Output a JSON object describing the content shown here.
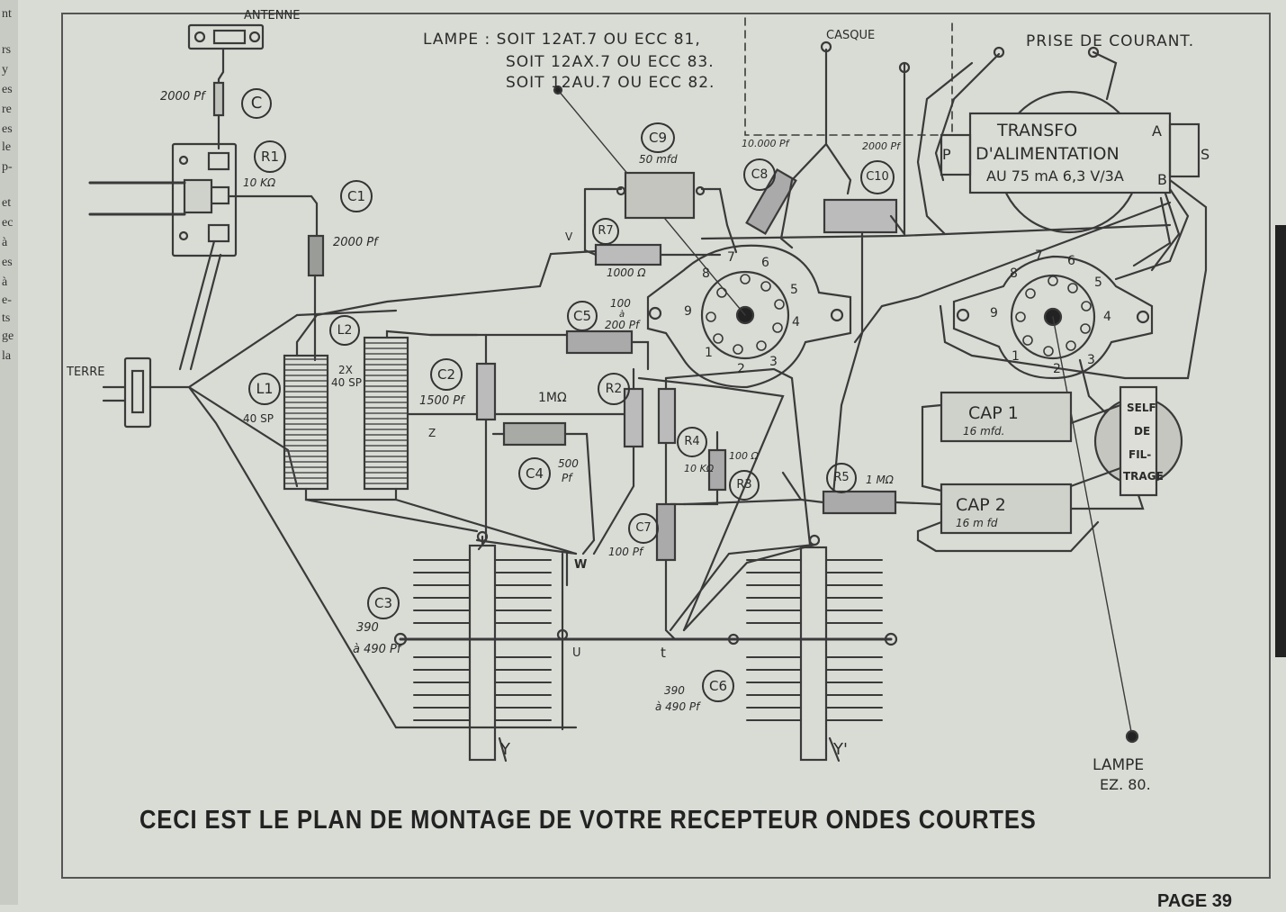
{
  "side_text": [
    "nt",
    "rs",
    "y",
    "es",
    "re",
    "es",
    "le",
    "p-",
    "et",
    "ec",
    "à",
    "es",
    "à",
    "e-",
    "ts",
    "ge",
    "la"
  ],
  "labels": {
    "antenne": "ANTENNE",
    "lampe_note_1": "LAMPE : SOIT 12AT.7 OU ECC 81,",
    "lampe_note_2": "SOIT 12AX.7 OU ECC 83.",
    "lampe_note_3": "SOIT 12AU.7 OU ECC 82.",
    "casque": "CASQUE",
    "prise": "PRISE DE COURANT.",
    "transfo_1": "TRANSFO",
    "transfo_2": "D'ALIMENTATION",
    "transfo_3": "AU 75 mA 6,3 V/3A",
    "transfo_a": "A",
    "transfo_b": "B",
    "transfo_p": "P",
    "transfo_s": "S",
    "c_antenna_val": "2000 Pf",
    "c_label": "C",
    "r1_label": "R1",
    "r1_val": "10 KΩ",
    "c1_label": "C1",
    "c1_val": "2000 Pf",
    "c9_label": "C9",
    "c9_val": "50 mfd",
    "r7_label": "R7",
    "r7_val": "1000 Ω",
    "v_label": "V",
    "c8_label": "C8",
    "c8_val": "10.000 Pf",
    "c10_label": "C10",
    "c10_val": "2000 Pf",
    "l2_label": "L2",
    "l1_label": "L1",
    "l1_val": "40 SP",
    "l2_val_1": "2X",
    "l2_val_2": "40 SP",
    "terre": "TERRE",
    "c5_label": "C5",
    "c5_val_1": "100",
    "c5_val_2": "à",
    "c5_val_3": "200 Pf",
    "c2_label": "C2",
    "c2_val": "1500 Pf",
    "r2_val": "1MΩ",
    "r2_label": "R2",
    "z_label": "Z",
    "c4_label": "C4",
    "c4_val_1": "500",
    "c4_val_2": "Pf",
    "r4_label": "R4",
    "r4_val": "10 KΩ",
    "r3_val": "100 Ω",
    "r3_label": "R3",
    "r5_label": "R5",
    "r5_val": "1 MΩ",
    "c7_label": "C7",
    "c7_val": "100 Pf",
    "w_label": "W",
    "c3_label": "C3",
    "c3_val_1": "390",
    "c3_val_2": "à 490 Pf",
    "u_label": "U",
    "t_label": "t",
    "c6_label": "C6",
    "c6_val_1": "390",
    "c6_val_2": "à 490 Pf",
    "y_label": "Y",
    "y2_label": "Y'",
    "cap1": "CAP 1",
    "cap1_val": "16 mfd.",
    "cap2": "CAP 2",
    "cap2_val": "16 m fd",
    "self_1": "SELF",
    "self_2": "DE",
    "self_3": "FIL-",
    "self_4": "TRAGE",
    "lampe_ez_1": "LAMPE",
    "lampe_ez_2": "EZ. 80.",
    "pins": [
      "1",
      "2",
      "3",
      "4",
      "5",
      "6",
      "7",
      "8",
      "9"
    ]
  },
  "caption": "CECI EST LE PLAN DE MONTAGE DE VOTRE RECEPTEUR ONDES COURTES",
  "page_label": "PAGE 39"
}
